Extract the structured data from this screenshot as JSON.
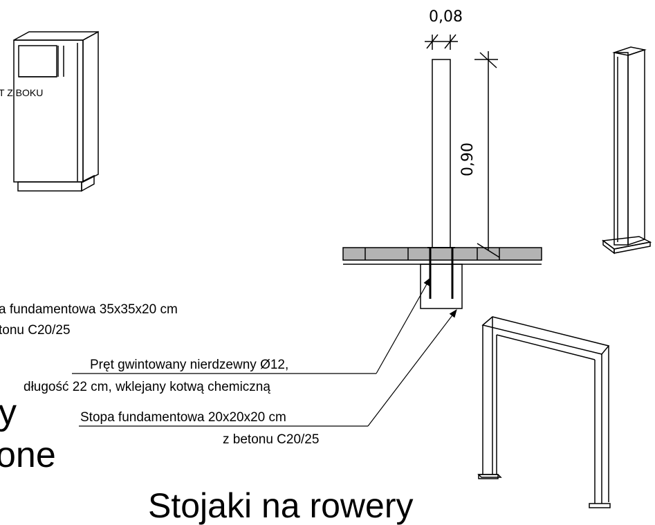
{
  "bin_drawing": {
    "side_label": "T Z BOKU"
  },
  "dimensions": {
    "width_label": "0,08",
    "height_label": "0,90"
  },
  "notes": {
    "left_foundation_line1": "a fundamentowa 35x35x20 cm",
    "left_foundation_line2": "tonu C20/25",
    "rod_line1": "Pręt gwintowany nierdzewny Ø12,",
    "rod_line2": "długość 22 cm, wklejany kotwą chemiczną",
    "foot_line1": "Stopa fundamentowa 20x20x20 cm",
    "foot_line2": "z betonu C20/25"
  },
  "headings": {
    "partial_y": "y",
    "partial_one": "one",
    "bottom_title": "Stojaki na rowery"
  }
}
